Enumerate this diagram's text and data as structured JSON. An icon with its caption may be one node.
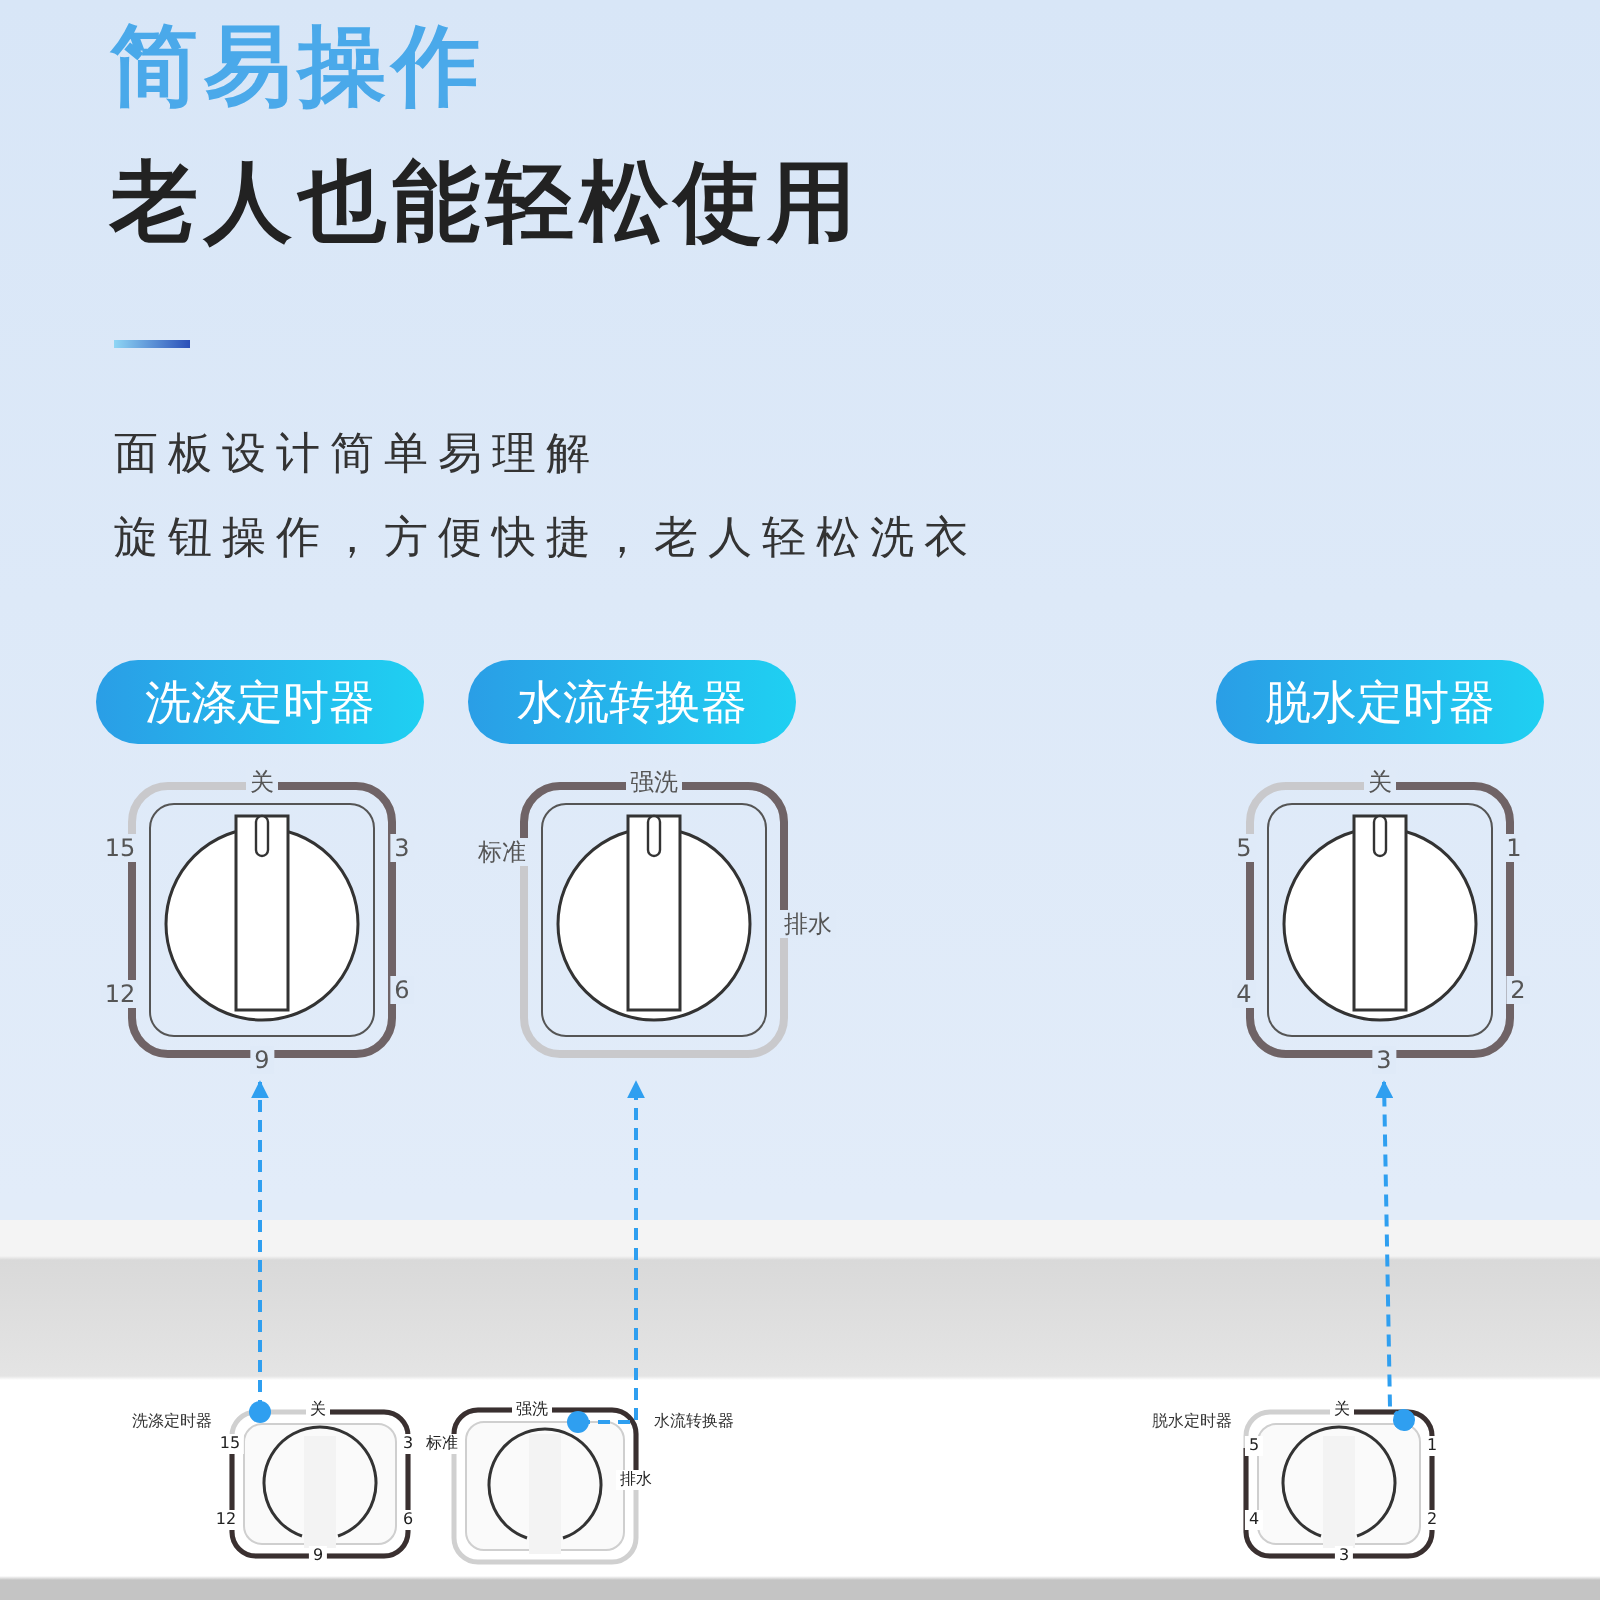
{
  "diagram": {
    "title": "简易操作",
    "nodes": [
      {
        "text": [
          "洗涤定时器"
        ]
      },
      {
        "text": [
          "水流转换器"
        ]
      },
      {
        "text": [
          "脱水定时器"
        ]
      },
      {
        "text": [
          "关",
          "15",
          "3",
          "12",
          "6",
          "9"
        ]
      },
      {
        "text": [
          "强洗",
          "标准",
          "排水"
        ]
      },
      {
        "text": [
          "关",
          "5",
          "1",
          "4",
          "2",
          "3"
        ]
      },
      {
        "text": [
          "关",
          "15",
          "3",
          "12",
          "6",
          "9"
        ],
        "beside": [
          "洗涤定时器"
        ]
      },
      {
        "text": [
          "强洗",
          "标准",
          "排水"
        ],
        "beside": [
          "水流转换器"
        ]
      },
      {
        "text": [
          "关",
          "5",
          "1",
          "4",
          "2",
          "3"
        ],
        "beside": [
          "脱水定时器"
        ]
      }
    ],
    "edges": [
      {
        "from": 6,
        "to": 3,
        "arrow": "to",
        "style": "dashed"
      },
      {
        "from": 7,
        "to": 4,
        "arrow": "to",
        "style": "dashed"
      },
      {
        "from": 8,
        "to": 5,
        "arrow": "to",
        "style": "dashed"
      }
    ],
    "labels": [
      "老人也能轻松使用",
      "面板设计简单易理解",
      "旋钮操作，方便快捷，老人轻松洗衣"
    ]
  }
}
